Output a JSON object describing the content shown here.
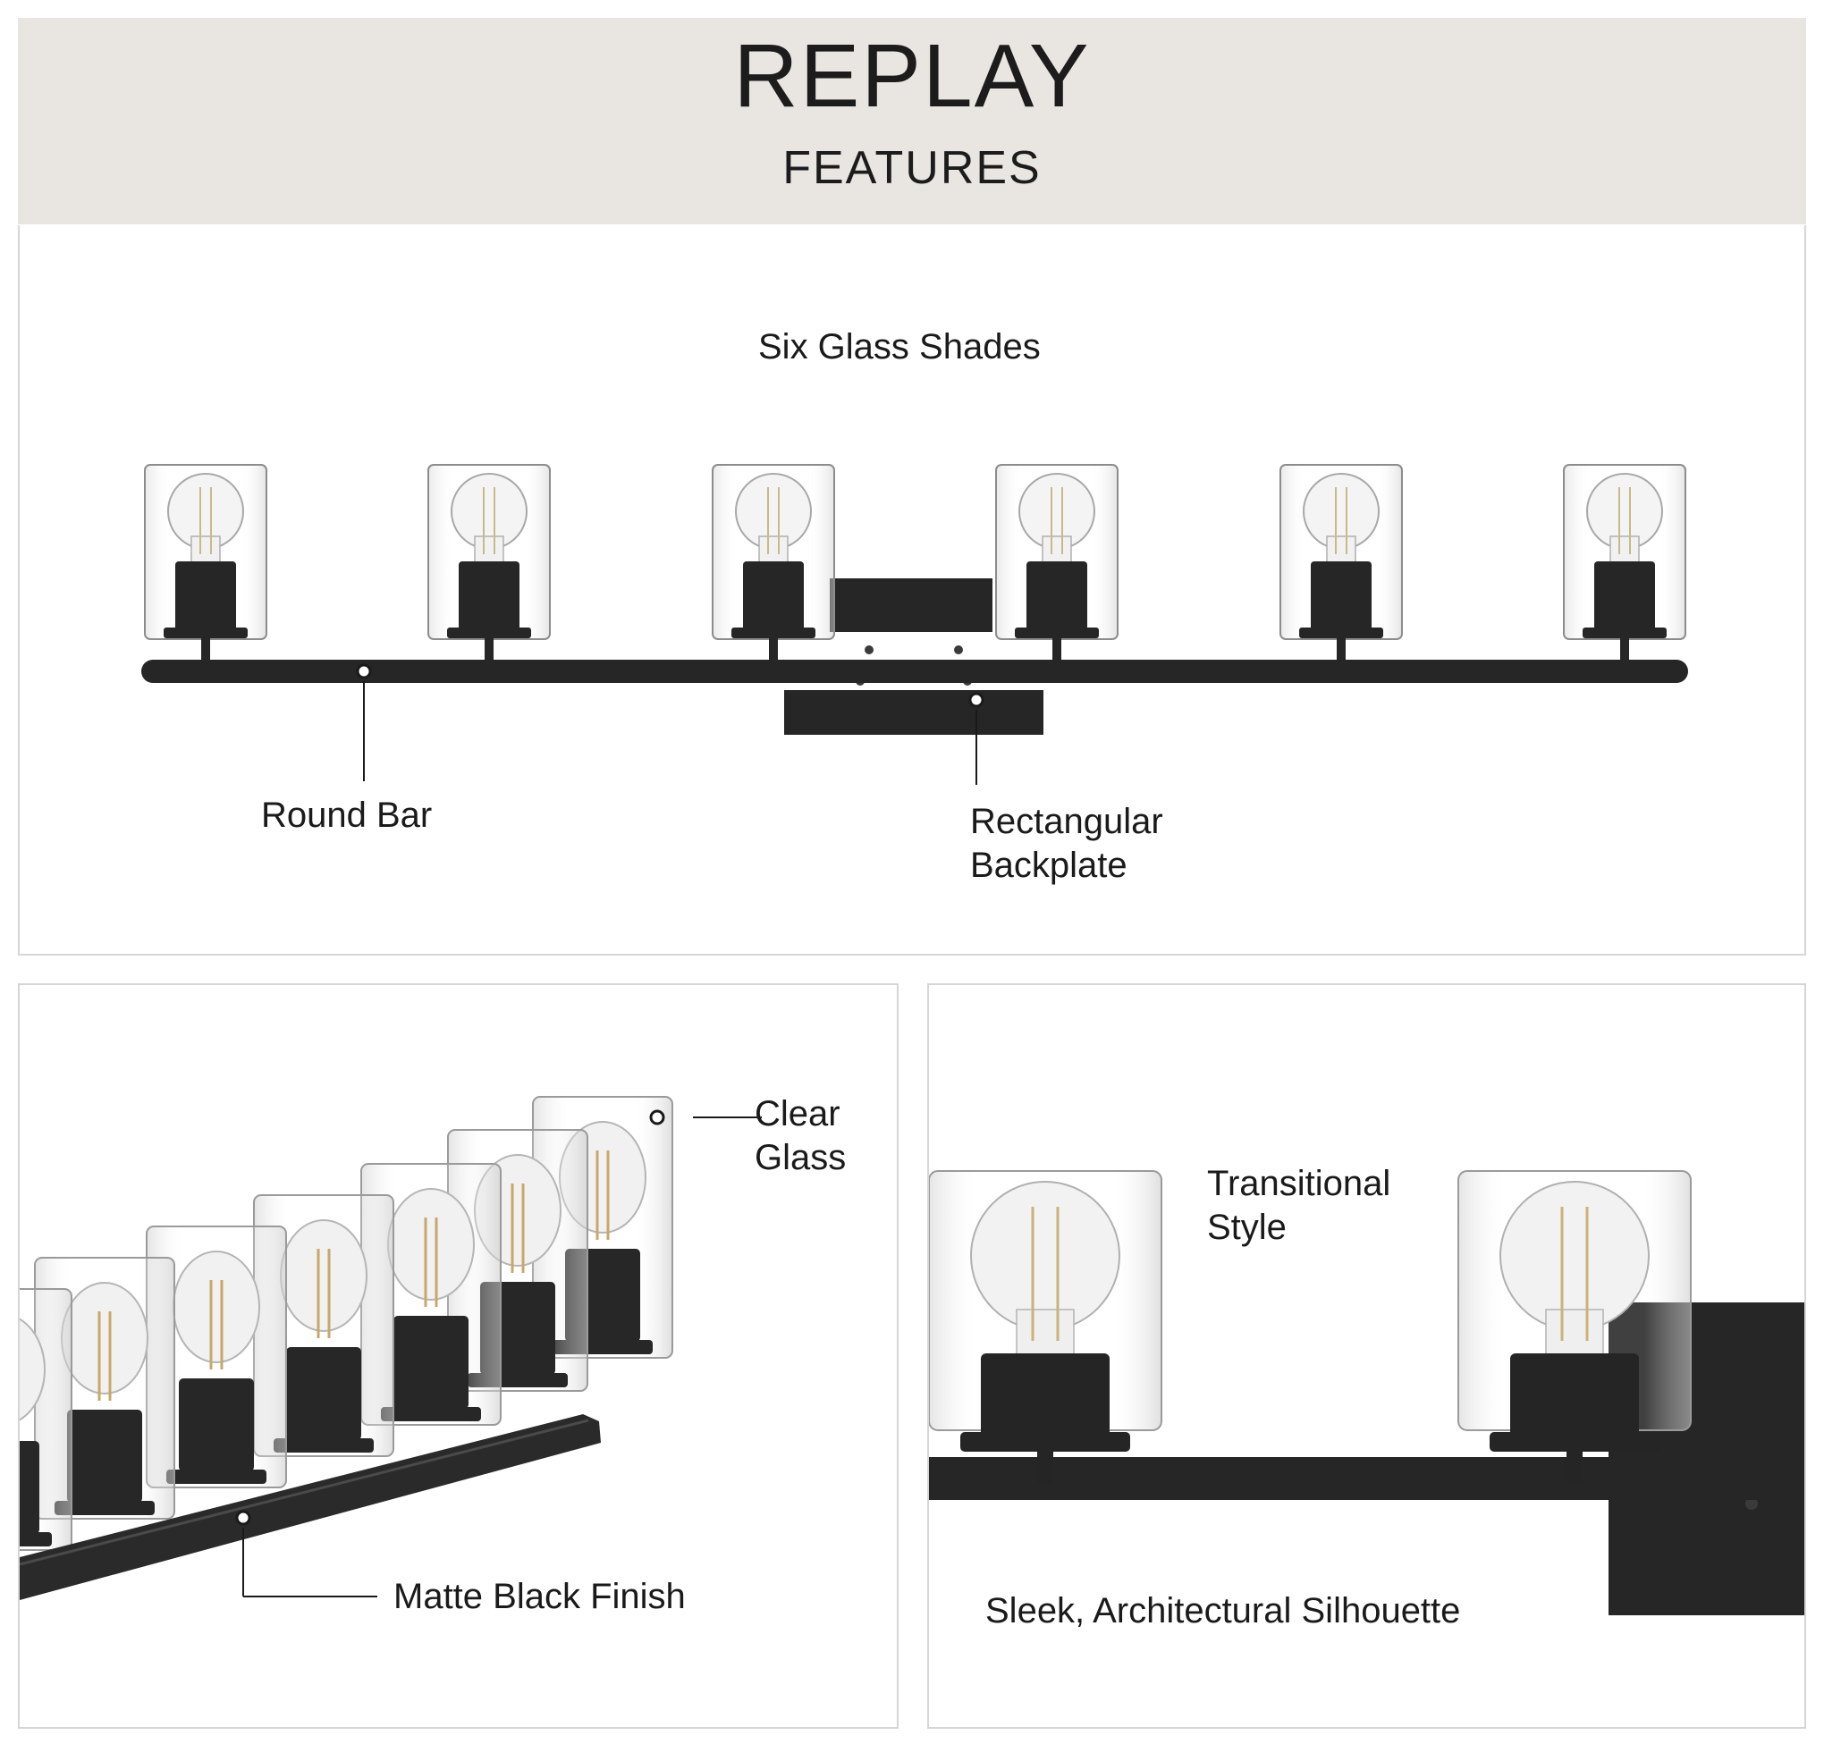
{
  "header": {
    "brand": "REPLAY",
    "subtitle": "FEATURES",
    "background_color": "#e9e6e2"
  },
  "features_panel": {
    "shades_label": "Six Glass Shades",
    "bar_label": "Round Bar",
    "backplate_label_line1": "Rectangular",
    "backplate_label_line2": "Backplate"
  },
  "detail_left": {
    "glass_label_line1": "Clear",
    "glass_label_line2": "Glass",
    "finish_label": "Matte Black Finish"
  },
  "detail_right": {
    "style_label_line1": "Transitional",
    "style_label_line2": "Style",
    "silhouette_label": "Sleek, Architectural Silhouette"
  },
  "colors": {
    "finish": "#222222",
    "glass_edge": "#9a9a9a",
    "callout_line": "#1a1a1a"
  }
}
